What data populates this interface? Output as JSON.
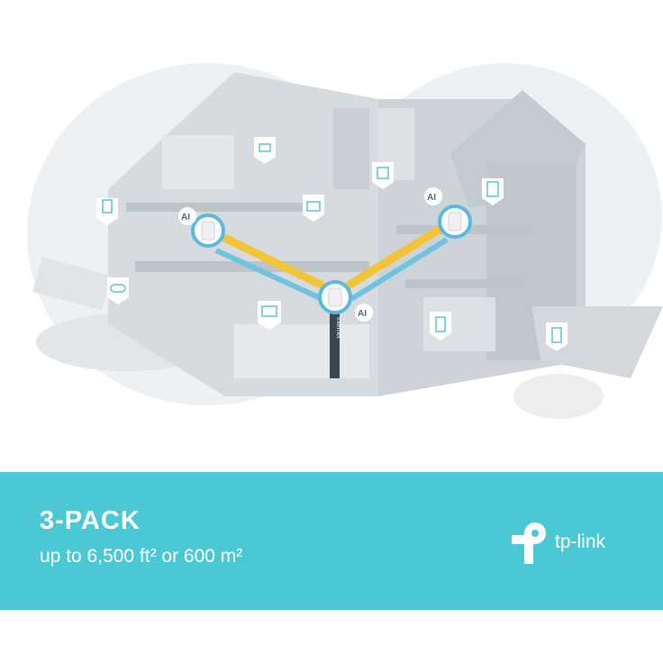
{
  "illustration": {
    "node_labels": [
      "AI",
      "AI",
      "AI"
    ],
    "cable_label": "Internet",
    "device_icons": [
      "tablet-icon",
      "cloud-device-icon",
      "smart-speaker-icon",
      "phone-icon",
      "monitor-icon",
      "gamepad-icon",
      "tv-icon",
      "phone-icon",
      "phone-icon"
    ],
    "colors": {
      "backhaul_primary": "#f3c437",
      "backhaul_secondary": "#6fc3e0",
      "node_ring": "#5bb8e0"
    }
  },
  "banner": {
    "title": "3-PACK",
    "subtitle": "up to 6,500 ft² or 600 m²",
    "brand": "tp-link",
    "color": "#4cc8d4"
  }
}
